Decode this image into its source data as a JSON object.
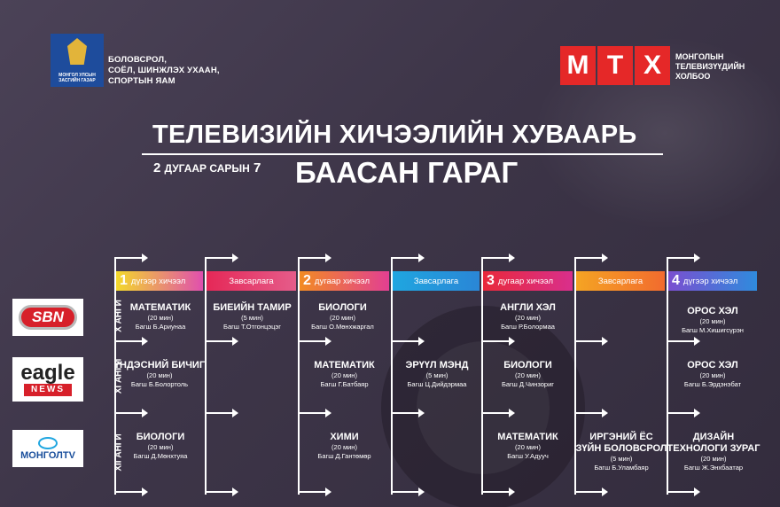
{
  "header": {
    "emblem_text": "МОНГОЛ УЛСЫН ЗАСГИЙН ГАЗАР",
    "ministry_lines": [
      "БОЛОВСРОЛ,",
      "СОЁЛ, ШИНЖЛЭХ УХААН,",
      "СПОРТЫН ЯАМ"
    ],
    "mtx_letters": [
      "М",
      "Т",
      "Х"
    ],
    "mtx_lines": [
      "МОНГОЛЫН",
      "ТЕЛЕВИЗҮҮДИЙН",
      "ХОЛБОО"
    ]
  },
  "title": "ТЕЛЕВИЗИЙН ХИЧЭЭЛИЙН ХУВААРЬ",
  "date": {
    "num1": "2",
    "text": "ДУГААР САРЫН",
    "num2": "7"
  },
  "dayname": "БААСАН ГАРАГ",
  "columns": [
    {
      "num": "1",
      "label": "дүгээр хичээл"
    },
    {
      "label": "Завсарлага"
    },
    {
      "num": "2",
      "label": "дугаар хичээл"
    },
    {
      "label": "Завсарлага"
    },
    {
      "num": "3",
      "label": "дугаар хичээл"
    },
    {
      "label": "Завсарлага"
    },
    {
      "num": "4",
      "label": "дүгээр хичээл"
    }
  ],
  "channels": {
    "sbn": "SBN",
    "eagle_1": "eagle",
    "eagle_2": "NEWS",
    "mongol": "МОНГОЛTV"
  },
  "grades": [
    "X АНГИ",
    "XI АНГИ",
    "XII АНГИ"
  ],
  "rows": [
    {
      "cells": [
        {
          "subj": "МАТЕМАТИК",
          "dur": "(20 мин)",
          "tch": "Багш Б.Ариунаа"
        },
        {
          "subj": "БИЕИЙН ТАМИР",
          "dur": "(5 мин)",
          "tch": "Багш Т.Отгонцэцэг"
        },
        {
          "subj": "БИОЛОГИ",
          "dur": "(20 мин)",
          "tch": "Багш О.Мөнхжаргал"
        },
        {
          "subj": "АНГЛИ ХЭЛ",
          "dur": "(20 мин)",
          "tch": "Багш Р.Болормаа"
        },
        {
          "subj": "ОРОС ХЭЛ",
          "dur": "(20 мин)",
          "tch": "Багш М.Хишигсүрэн"
        }
      ]
    },
    {
      "cells": [
        {
          "subj": "ҮНДЭСНИЙ БИЧИГ",
          "dur": "(20 мин)",
          "tch": "Багш Б.Болортоль"
        },
        {
          "subj": "МАТЕМАТИК",
          "dur": "(20 мин)",
          "tch": "Багш Г.Батбаяр"
        },
        {
          "subj": "ЭРҮҮЛ МЭНД",
          "dur": "(5 мин)",
          "tch": "Багш Ц.Дийдэрмаа"
        },
        {
          "subj": "БИОЛОГИ",
          "dur": "(20 мин)",
          "tch": "Багш Д.Чинзориг"
        },
        {
          "subj": "ОРОС ХЭЛ",
          "dur": "(20 мин)",
          "tch": "Багш Б.Эрдэнэбат"
        }
      ]
    },
    {
      "cells": [
        {
          "subj": "БИОЛОГИ",
          "dur": "(20 мин)",
          "tch": "Багш Д.Мөнхтуяа"
        },
        {
          "subj": "ХИМИ",
          "dur": "(20 мин)",
          "tch": "Багш Д.Гантөмөр"
        },
        {
          "subj": "МАТЕМАТИК",
          "dur": "(20 мин)",
          "tch": "Багш У.Адууч"
        },
        {
          "subj": "ИРГЭНИЙ ЁС",
          "subj2": "ЗҮЙН БОЛОВСРОЛ",
          "dur": "(5 мин)",
          "tch": "Багш Б.Уламбаяр"
        },
        {
          "subj": "ДИЗАЙН",
          "subj2": "ТЕХНОЛОГИ ЗУРАГ",
          "dur": "(20 мин)",
          "tch": "Багш Ж.Энхбаатар"
        }
      ]
    }
  ]
}
